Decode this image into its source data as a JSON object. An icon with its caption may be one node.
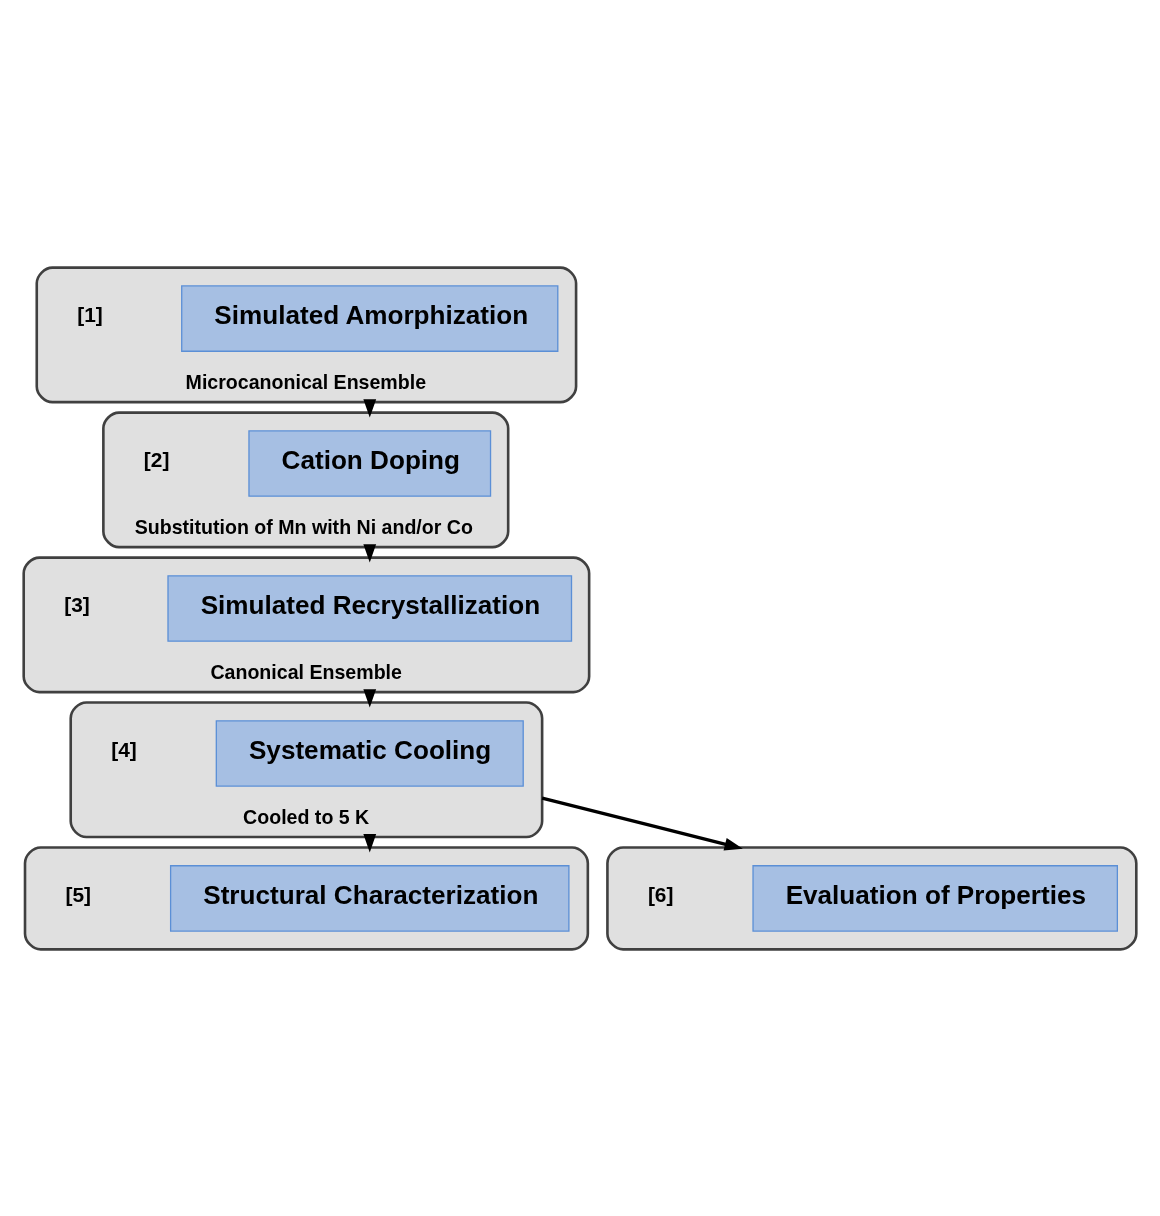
{
  "diagram": {
    "nodes": [
      {
        "text": [
          "Microcanonical Ensemble"
        ],
        "beside": [
          "[1]"
        ]
      },
      {
        "text": [
          "Simulated Amorphization"
        ],
        "in": 0
      },
      {
        "text": [
          "Substitution of Mn with Ni and/or Co"
        ],
        "beside": [
          "[2]"
        ]
      },
      {
        "text": [
          "Cation Doping"
        ],
        "in": 2
      },
      {
        "text": [
          "Canonical Ensemble"
        ],
        "beside": [
          "[3]"
        ]
      },
      {
        "text": [
          "Simulated Recrystallization"
        ],
        "in": 4
      },
      {
        "text": [
          "Cooled to 5 K"
        ],
        "beside": [
          "[4]"
        ]
      },
      {
        "text": [
          "Systematic Cooling"
        ],
        "in": 6
      },
      {
        "text": [],
        "shape": "box",
        "beside": [
          "[5]"
        ]
      },
      {
        "text": [
          "Structural Characterization"
        ],
        "in": 8
      },
      {
        "text": [],
        "shape": "box",
        "beside": [
          "[6]"
        ]
      },
      {
        "text": [
          "Evaluation of Properties"
        ],
        "in": 10
      }
    ],
    "edges": [
      {
        "from": 0,
        "to": 2,
        "arrow": "to"
      },
      {
        "from": 2,
        "to": 4,
        "arrow": "to"
      },
      {
        "from": 4,
        "to": 6,
        "arrow": "to"
      },
      {
        "from": 6,
        "to": 8,
        "arrow": "to"
      },
      {
        "from": 6,
        "to": 10,
        "arrow": "to"
      }
    ]
  }
}
